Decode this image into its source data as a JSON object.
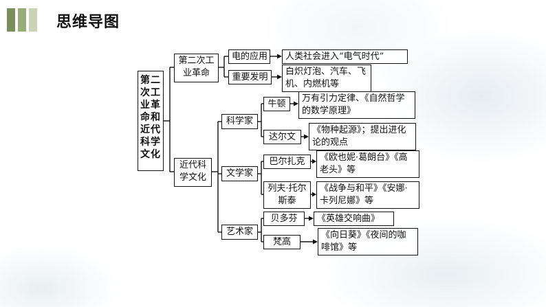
{
  "header": {
    "title": "思维导图",
    "bar_colors": [
      "#7a8f5c",
      "#9aab7c",
      "#c9d3b6"
    ]
  },
  "mindmap": {
    "root": "第二次工业革命和近代科学文化",
    "industrial": {
      "label": "第二次工业革命",
      "electricity": {
        "label": "电的应用",
        "result": "人类社会进入“电气时代”"
      },
      "inventions": {
        "label": "重要发明",
        "result": "白炽灯泡、汽车、飞机、内燃机等"
      }
    },
    "culture": {
      "label": "近代科学文化",
      "science": {
        "label": "科学家",
        "newton": {
          "name": "牛顿",
          "works": "万有引力定律、《自然哲学的数学原理》"
        },
        "darwin": {
          "name": "达尔文",
          "works": "《物种起源》；提出进化论的观点"
        }
      },
      "literature": {
        "label": "文学家",
        "balzac": {
          "name": "巴尔扎克",
          "works": "《欧也妮·葛朗台》《高老头》等"
        },
        "tolstoy": {
          "name": "列夫·托尔斯泰",
          "works": "《战争与和平》《安娜·卡列尼娜》等"
        }
      },
      "art": {
        "label": "艺术家",
        "beethoven": {
          "name": "贝多芬",
          "works": "《英雄交响曲》"
        },
        "vangogh": {
          "name": "梵高",
          "works": "《向日葵》《夜间的咖啡馆》等"
        }
      }
    }
  }
}
